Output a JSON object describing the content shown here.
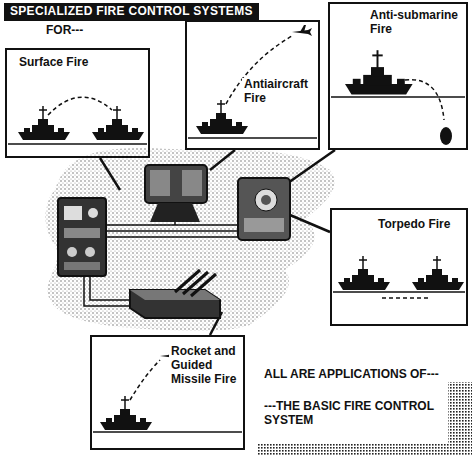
{
  "diagram": {
    "title": "SPECIALIZED FIRE CONTROL SYSTEMS",
    "nodes": [
      {
        "text": [
          "Surface Fire"
        ]
      },
      {
        "text": [
          "Antiaircraft Fire"
        ]
      },
      {
        "text": [
          "Anti-submarine Fire"
        ]
      },
      {
        "text": [
          "Torpedo Fire"
        ]
      },
      {
        "text": [
          "Rocket and Guided Missile Fire"
        ]
      }
    ],
    "labels": [
      "FOR---",
      "ALL ARE APPLICATIONS OF---",
      "---THE BASIC FIRE CONTROL SYSTEM"
    ]
  }
}
